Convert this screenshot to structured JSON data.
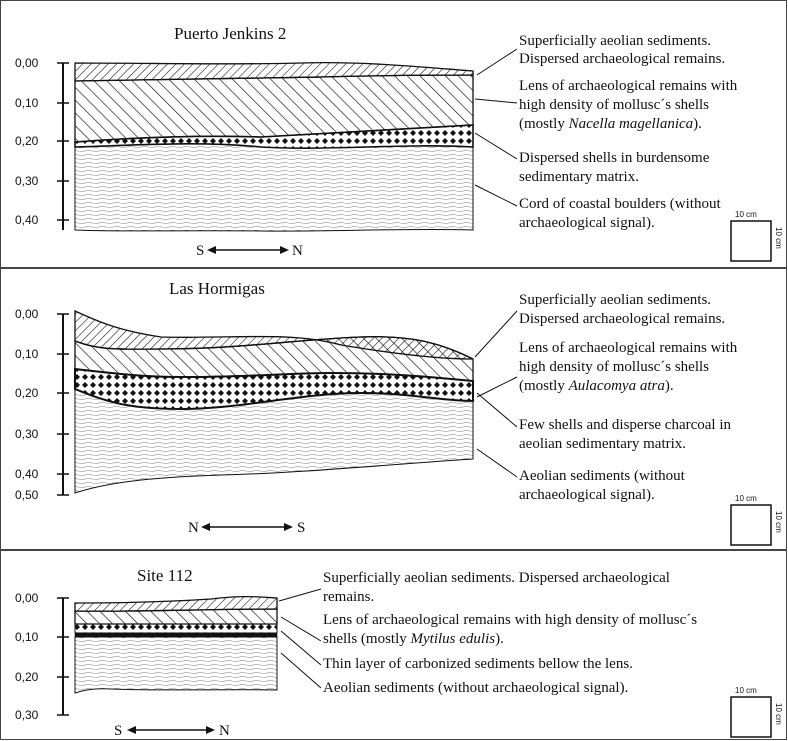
{
  "panels": [
    {
      "title": "Puerto Jenkins 2",
      "depths": [
        "0,00",
        "0,10",
        "0,20",
        "0,30",
        "0,40"
      ],
      "direction": {
        "left": "S",
        "right": "N"
      },
      "scale": {
        "top": "10 cm",
        "side": "10 cm"
      },
      "layers": [
        {
          "lines": [
            "Superficially aeolian sediments.",
            "Dispersed archaeological remains."
          ]
        },
        {
          "lines": [
            "Lens of archaeological remains with",
            "high density of mollusc´s shells",
            "(mostly ",
            "Nacella magellanica",
            ")."
          ]
        },
        {
          "lines": [
            "Dispersed shells in burdensome",
            "sedimentary matrix."
          ]
        },
        {
          "lines": [
            "Cord of coastal boulders (without",
            "archaeological signal)."
          ]
        }
      ]
    },
    {
      "title": "Las Hormigas",
      "depths": [
        "0,00",
        "0,10",
        "0,20",
        "0,30",
        "0,40",
        "0,50"
      ],
      "direction": {
        "left": "N",
        "right": "S"
      },
      "scale": {
        "top": "10 cm",
        "side": "10 cm"
      },
      "layers": [
        {
          "lines": [
            "Superficially aeolian sediments.",
            "Dispersed archaeological remains."
          ]
        },
        {
          "lines": [
            "Lens of archaeological remains with",
            "high density of mollusc´s shells",
            "(mostly ",
            "Aulacomya atra",
            ")."
          ]
        },
        {
          "lines": [
            "Few shells and disperse charcoal in",
            "aeolian sedimentary matrix."
          ]
        },
        {
          "lines": [
            "Aeolian sediments (without",
            "archaeological signal)."
          ]
        }
      ]
    },
    {
      "title": "Site 112",
      "depths": [
        "0,00",
        "0,10",
        "0,20",
        "0,30"
      ],
      "direction": {
        "left": "S",
        "right": "N"
      },
      "scale": {
        "top": "10 cm",
        "side": "10 cm"
      },
      "layers": [
        {
          "lines": [
            "Superficially aeolian sediments. Dispersed archaeological",
            "remains."
          ]
        },
        {
          "lines": [
            "Lens of archaeological remains with high density of mollusc´s",
            "shells (mostly ",
            "Mytilus edulis",
            ")."
          ]
        },
        {
          "lines": [
            "Thin layer of carbonized sediments bellow the lens."
          ]
        },
        {
          "lines": [
            "Aeolian sediments (without archaeological signal)."
          ]
        }
      ]
    }
  ]
}
